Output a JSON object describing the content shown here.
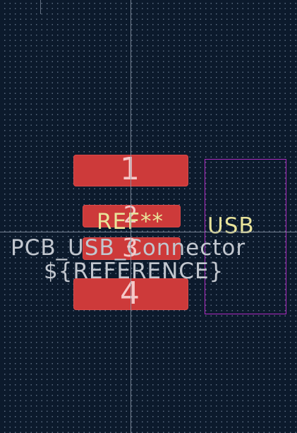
{
  "footprint": {
    "pads": [
      {
        "number": "1"
      },
      {
        "number": "2"
      },
      {
        "number": "3"
      },
      {
        "number": "4"
      }
    ],
    "reference_text": "REF**",
    "value_text": "PCB_USB_Connector",
    "reference_var_text": "${REFERENCE}",
    "usb_label": "USB"
  },
  "colors": {
    "background": "#0c1a2c",
    "pad": "#cd3a3a",
    "pad_number": "#f5c7c7",
    "silkscreen": "#e8e39a",
    "fab": "#c2c7cf",
    "courtyard": "#b02ac2",
    "crosshair": "#8a95a6"
  }
}
